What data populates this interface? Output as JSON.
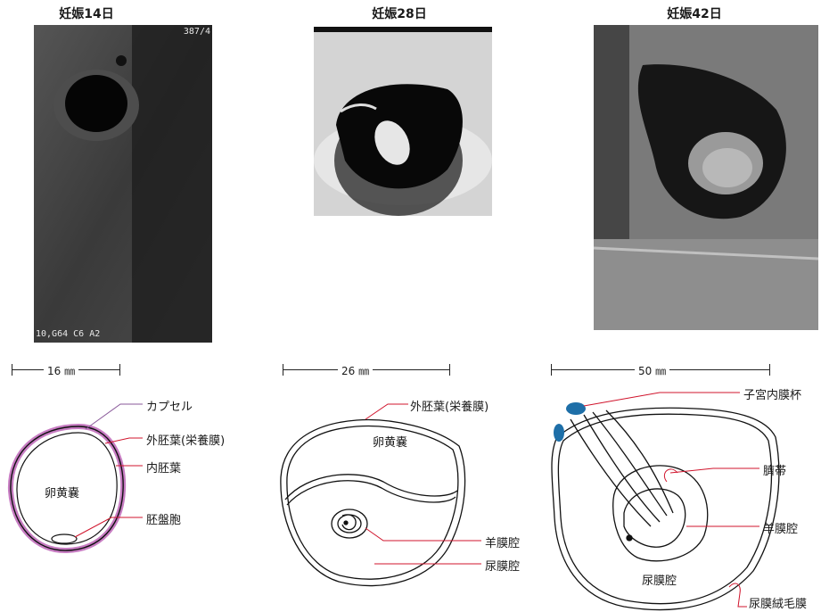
{
  "stages": [
    {
      "title": "妊娠14日",
      "overlay_top": "387/4",
      "overlay_bottom": "10,G64 C6 A2",
      "scale": "16 ㎜",
      "labels": {
        "capsule": "カプセル",
        "ectoderm": "外胚葉(栄養膜)",
        "endoderm": "内胚葉",
        "yolk_sac": "卵黄嚢",
        "blastodisc": "胚盤胞"
      }
    },
    {
      "title": "妊娠28日",
      "scale": "26 ㎜",
      "labels": {
        "ectoderm": "外胚葉(栄養膜)",
        "yolk_sac": "卵黄嚢",
        "amnion": "羊膜腔",
        "allantois": "尿膜腔"
      }
    },
    {
      "title": "妊娠42日",
      "scale": "50 ㎜",
      "labels": {
        "endometrial_cups": "子宮内膜杯",
        "umbilical_cord": "臍帯",
        "amnion": "羊膜腔",
        "allantois": "尿膜腔",
        "chorioallantois": "尿膜絨毛膜"
      }
    }
  ],
  "colors": {
    "capsule": "#c77cc2",
    "leader": "#d0142c",
    "endometrial_cup": "#1e6fa8"
  }
}
